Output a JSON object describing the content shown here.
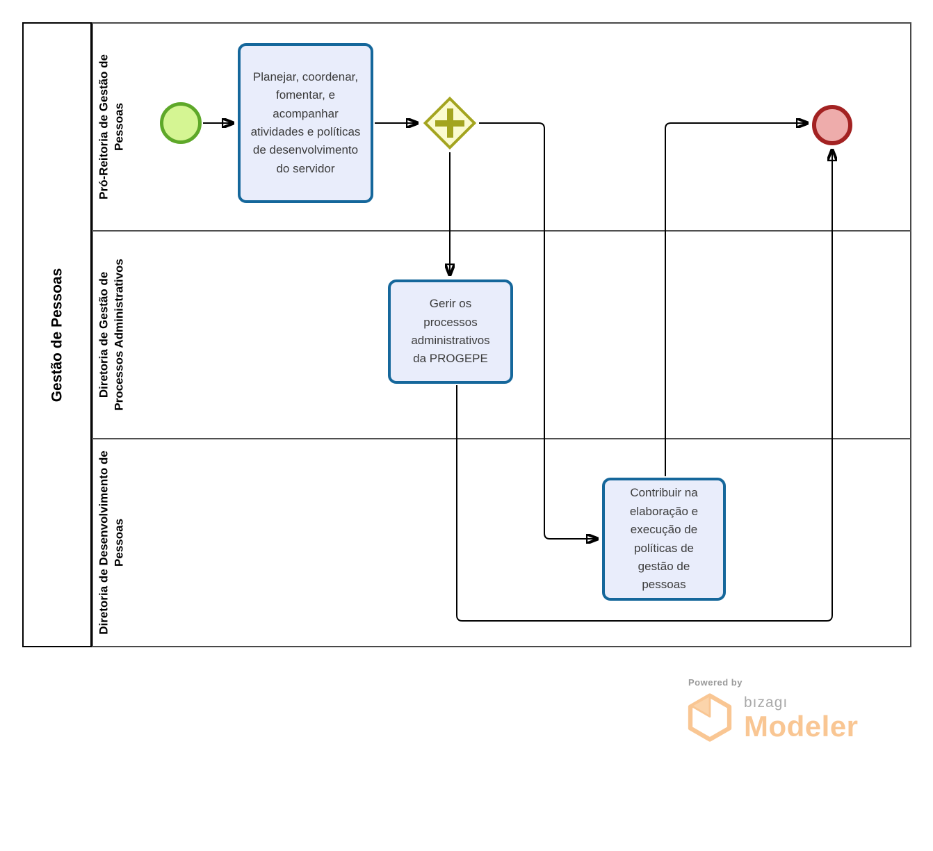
{
  "pool": {
    "label": "Gestão de Pessoas",
    "lanes": [
      {
        "label": "Pró-Reitoria de Gestão de Pessoas"
      },
      {
        "label": "Diretoria de Gestão de Processos Administrativos"
      },
      {
        "label": "Diretoria de Desenvolvimento de Pessoas"
      }
    ]
  },
  "diagram": {
    "start_event": {
      "type": "start-event"
    },
    "end_event": {
      "type": "end-event"
    },
    "gateway": {
      "type": "parallel-gateway",
      "symbol": "+"
    },
    "tasks": [
      {
        "id": "task-planejar",
        "label": "Planejar, coordenar, fomentar, e acompanhar atividades e políticas de desenvolvimento do servidor"
      },
      {
        "id": "task-gerir",
        "label": "Gerir os processos administrativos da PROGEPE"
      },
      {
        "id": "task-contribuir",
        "label": "Contribuir na elaboração e execução de políticas de gestão de pessoas"
      }
    ],
    "flows": [
      {
        "from": "start-event",
        "to": "task-planejar"
      },
      {
        "from": "task-planejar",
        "to": "parallel-gateway"
      },
      {
        "from": "parallel-gateway",
        "to": "task-gerir"
      },
      {
        "from": "parallel-gateway",
        "to": "task-contribuir"
      },
      {
        "from": "task-gerir",
        "to": "end-event"
      },
      {
        "from": "task-contribuir",
        "to": "end-event"
      }
    ],
    "colors": {
      "task_fill": "#e9edfb",
      "task_border": "#15679b",
      "start_fill": "#d5f593",
      "start_border": "#5ea829",
      "end_fill": "#eeacab",
      "end_border": "#a32222",
      "gateway_fill": "#fbfbd0",
      "gateway_border": "#a3a41f",
      "flow": "#000000"
    }
  },
  "footer": {
    "powered_by": "Powered by",
    "brand": "bızagı",
    "product": "Modeler",
    "brand_color": "#f9c693"
  }
}
